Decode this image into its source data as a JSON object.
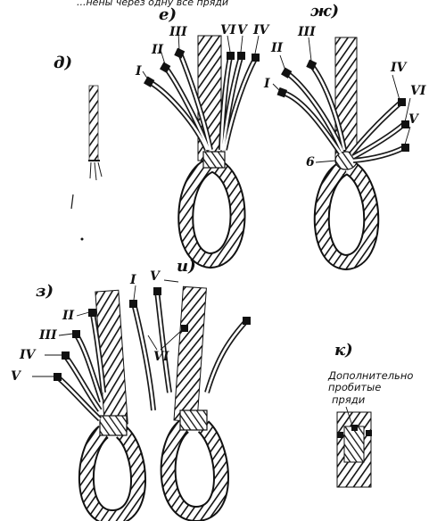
{
  "header_fragment": "...нены через одну все пряди",
  "panels": {
    "d": {
      "label": "д)"
    },
    "e": {
      "label": "е)",
      "strands": [
        "I",
        "II",
        "III",
        "VI",
        "V",
        "IV"
      ]
    },
    "zh": {
      "label": "ж)",
      "strands": [
        "I",
        "II",
        "III",
        "IV",
        "VI",
        "V"
      ],
      "marker": "6"
    },
    "z": {
      "label": "з)",
      "strands": [
        "II",
        "III",
        "IV",
        "V"
      ]
    },
    "i": {
      "label": "и)",
      "strands": [
        "I",
        "V",
        "VI"
      ]
    },
    "k": {
      "label": "к)",
      "caption_lines": [
        "Дополнительно",
        "пробитые",
        "пряди"
      ]
    }
  }
}
